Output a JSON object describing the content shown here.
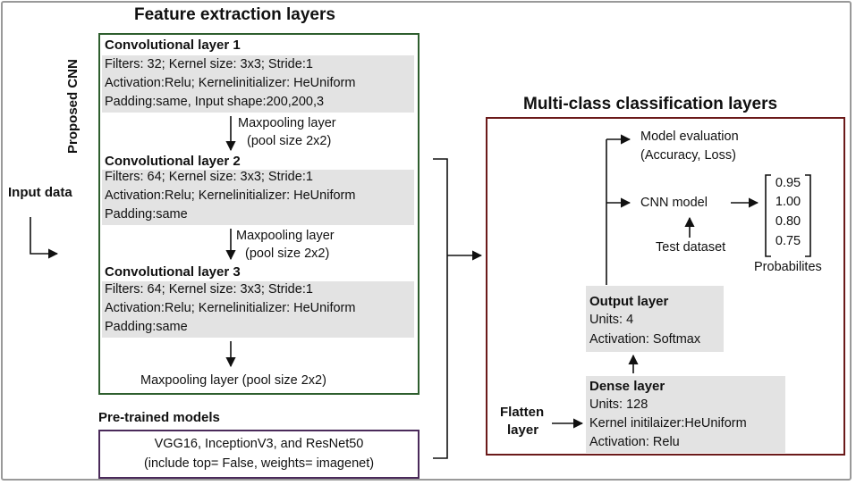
{
  "feature_title": "Feature extraction layers",
  "proposed_cnn_label": "Proposed CNN",
  "input_label": "Input data",
  "conv_layers": [
    {
      "title": "Convolutional layer 1",
      "lines": [
        "Filters: 32; Kernel size: 3x3; Stride:1",
        "Activation:Relu; Kernelinitializer: HeUniform",
        "Padding:same, Input shape:200,200,3"
      ]
    },
    {
      "title": "Convolutional layer 2",
      "lines": [
        "Filters: 64; Kernel size: 3x3; Stride:1",
        "Activation:Relu; Kernelinitializer: HeUniform",
        "Padding:same"
      ]
    },
    {
      "title": "Convolutional layer 3",
      "lines": [
        "Filters: 64; Kernel size: 3x3; Stride:1",
        "Activation:Relu; Kernelinitializer: HeUniform",
        "Padding:same"
      ]
    }
  ],
  "pool_1": [
    "Maxpooling layer",
    "(pool size 2x2)"
  ],
  "pool_2": [
    "Maxpooling layer",
    "(pool size 2x2)"
  ],
  "pool_final": "Maxpooling layer (pool size 2x2)",
  "pretrained_title": "Pre-trained models",
  "pretrained_lines": [
    "VGG16, InceptionV3, and ResNet50",
    "(include top= False, weights= imagenet)"
  ],
  "mc_title": "Multi-class classification layers",
  "model_eval": [
    "Model evaluation",
    "(Accuracy, Loss)"
  ],
  "cnn_model": "CNN model",
  "test_dataset": "Test dataset",
  "probabilities": [
    "0.95",
    "1.00",
    "0.80",
    "0.75"
  ],
  "probabilities_label": "Probabilites",
  "output_layer": {
    "title": "Output layer",
    "lines": [
      "Units: 4",
      "Activation: Softmax"
    ]
  },
  "dense_layer": {
    "title": "Dense layer",
    "lines": [
      "Units: 128",
      "Kernel initilaizer:HeUniform",
      "Activation: Relu"
    ]
  },
  "flatten_label": [
    "Flatten",
    "layer"
  ],
  "colors": {
    "cnn_border": "#2e5e2e",
    "pretrained_border": "#4a2a5a",
    "mc_border": "#6b1a1a",
    "shade": "#e3e3e3"
  }
}
